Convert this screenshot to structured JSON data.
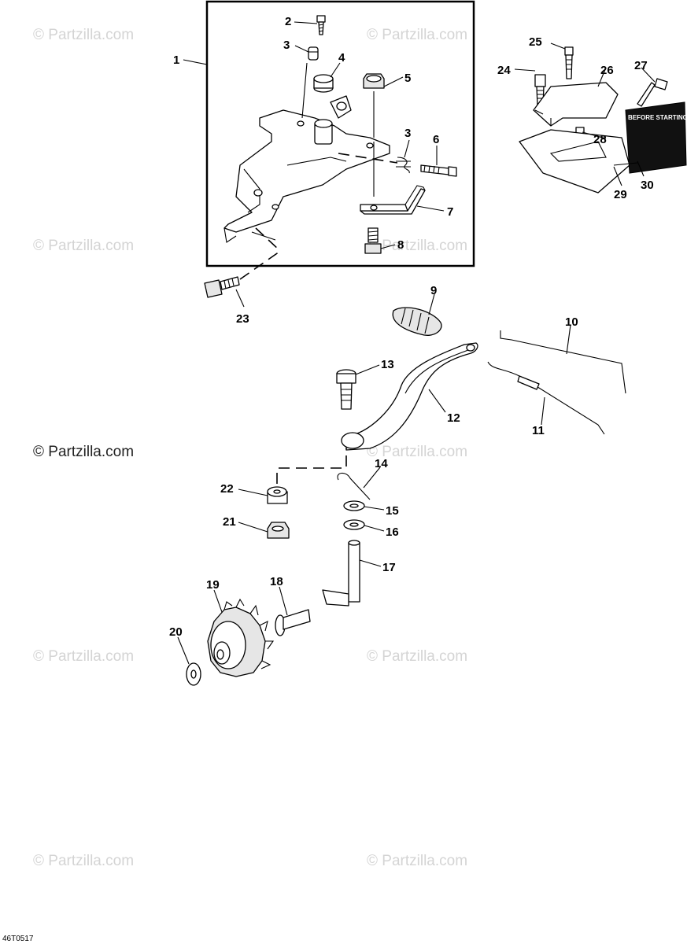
{
  "diagram": {
    "callouts": [
      "1",
      "2",
      "3",
      "4",
      "5",
      "3",
      "6",
      "7",
      "8",
      "23",
      "24",
      "25",
      "26",
      "27",
      "28",
      "29",
      "30",
      "9",
      "10",
      "11",
      "12",
      "13",
      "14",
      "15",
      "16",
      "17",
      "18",
      "19",
      "20",
      "21",
      "22"
    ],
    "watermark": "© Partzilla.com",
    "label_30_text": "BEFORE STARTING",
    "reference_code": "46T0517"
  },
  "colors": {
    "line": "#000000",
    "watermark": "#d4d4d4",
    "background": "#ffffff"
  }
}
